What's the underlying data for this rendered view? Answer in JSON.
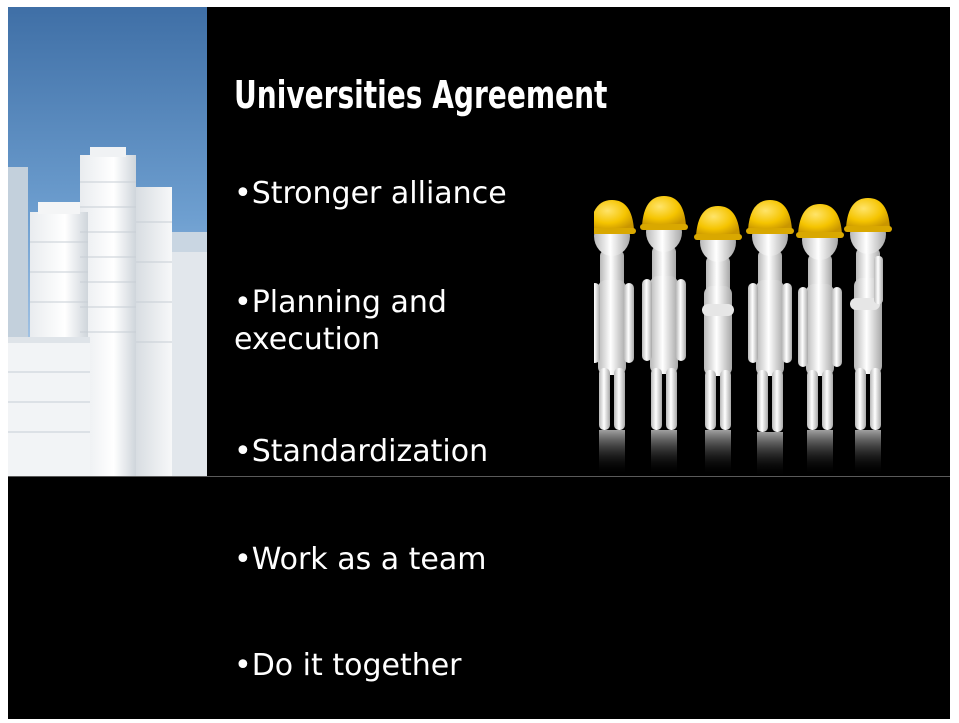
{
  "slide": {
    "title": "Universities Agreement",
    "bullets": [
      "•Stronger alliance",
      "•Planning and",
      "execution",
      "•Standardization",
      "•Work as a team",
      "•Do it together"
    ]
  },
  "images": {
    "side": "city-buildings-illustration",
    "right": "team-of-six-figures-with-yellow-hard-hats"
  },
  "colors": {
    "background": "#000000",
    "text": "#ffffff",
    "sky": "#4a7db6",
    "hardhat": "#f5c400"
  }
}
